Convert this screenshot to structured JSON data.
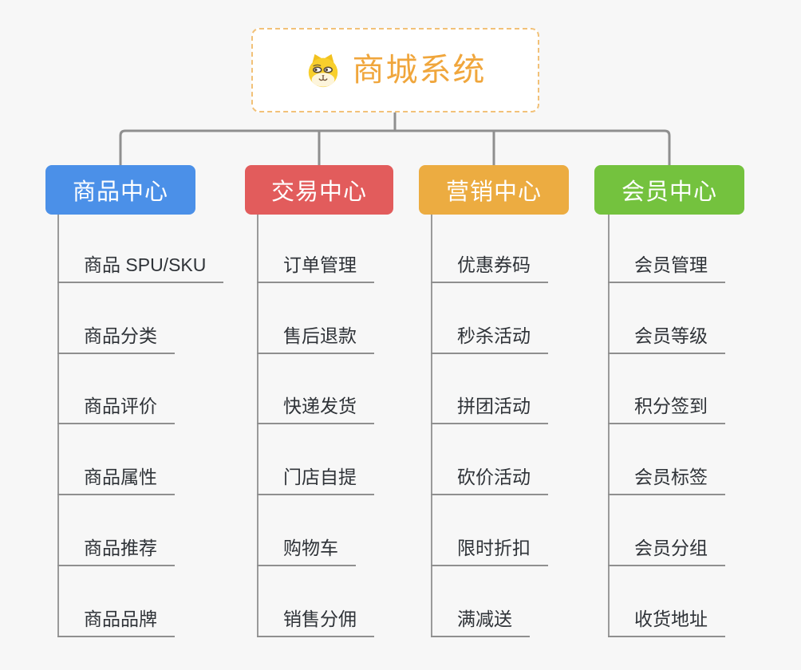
{
  "diagram": {
    "background_color": "#F7F7F7",
    "connector_color": "#8f8f8f",
    "leaf_text_color": "#2F3338",
    "root": {
      "title": "商城系统",
      "icon": "doge-icon",
      "title_color": "#F0A63C",
      "border_color": "#F2C178"
    },
    "branches": [
      {
        "label": "商品中心",
        "color": "#4B90E8",
        "items": [
          "商品 SPU/SKU",
          "商品分类",
          "商品评价",
          "商品属性",
          "商品推荐",
          "商品品牌"
        ]
      },
      {
        "label": "交易中心",
        "color": "#E25C5C",
        "items": [
          "订单管理",
          "售后退款",
          "快递发货",
          "门店自提",
          "购物车",
          "销售分佣"
        ]
      },
      {
        "label": "营销中心",
        "color": "#ECAC41",
        "items": [
          "优惠券码",
          "秒杀活动",
          "拼团活动",
          "砍价活动",
          "限时折扣",
          "满减送"
        ]
      },
      {
        "label": "会员中心",
        "color": "#74C23E",
        "items": [
          "会员管理",
          "会员等级",
          "积分签到",
          "会员标签",
          "会员分组",
          "收货地址"
        ]
      }
    ]
  }
}
